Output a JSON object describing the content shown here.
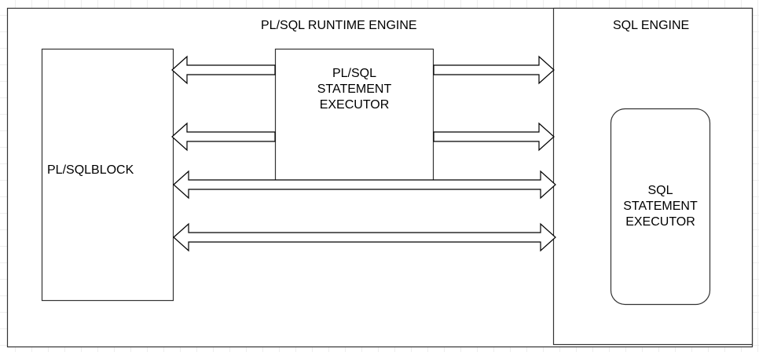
{
  "diagram": {
    "runtime_engine_label": "PL/SQL RUNTIME ENGINE",
    "sql_engine_label": "SQL ENGINE",
    "plsql_block_label": "PL/SQLBLOCK",
    "plsql_executor_lines": [
      "PL/SQL",
      "STATEMENT",
      "EXECUTOR"
    ],
    "sql_executor_lines": [
      "SQL",
      "STATEMENT",
      "EXECUTOR"
    ]
  }
}
